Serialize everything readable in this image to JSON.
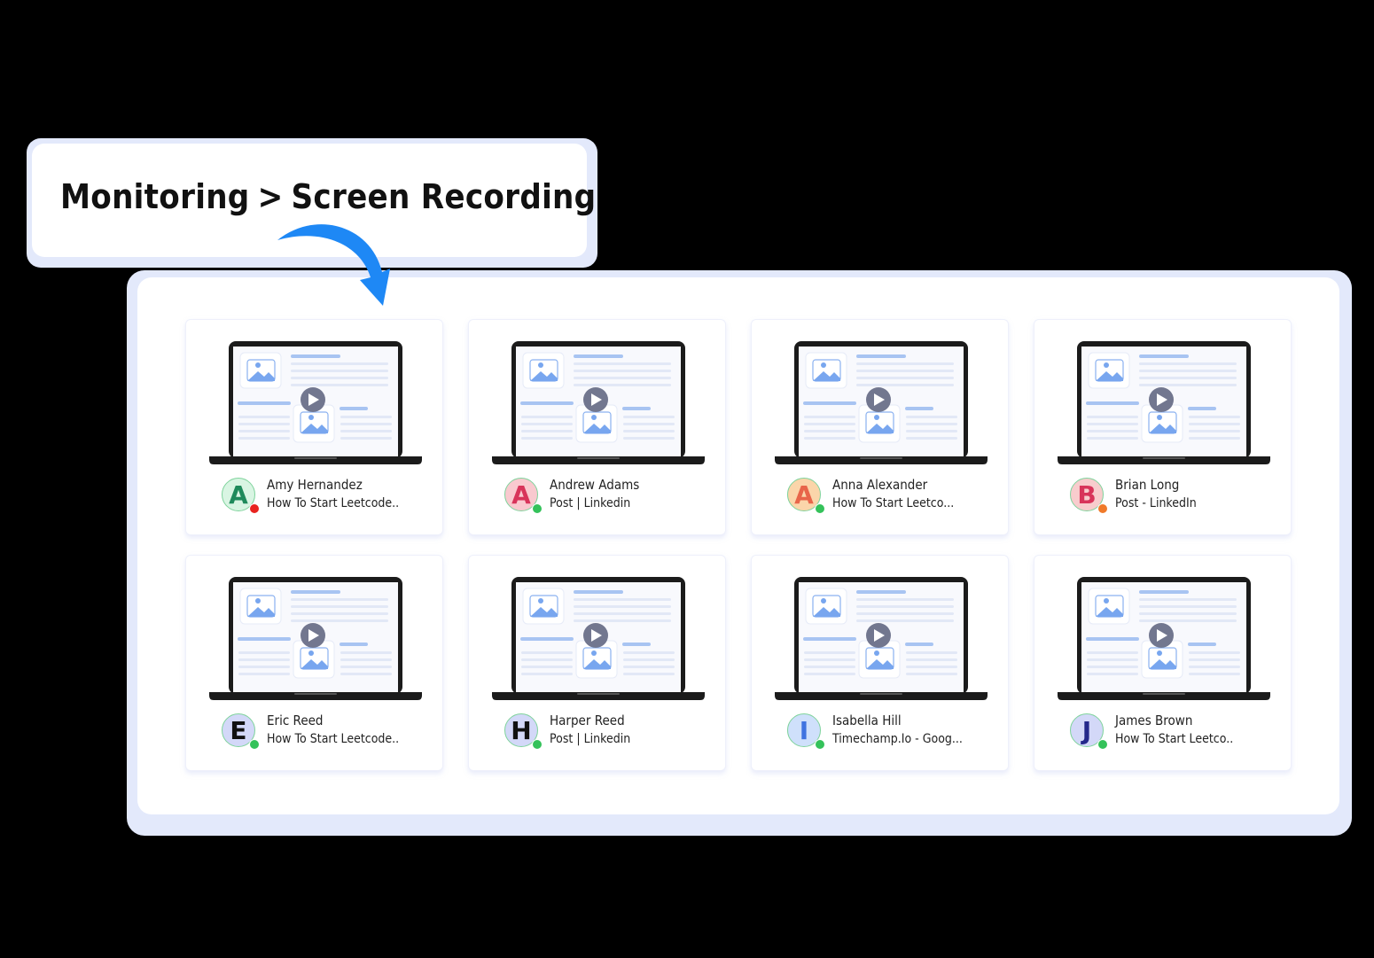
{
  "breadcrumb": {
    "parent": "Monitoring",
    "separator": ">",
    "current": "Screen Recording"
  },
  "colors": {
    "arrow": "#1e88f5",
    "panel_border": "#e3e9fb",
    "status_online": "#34c25a",
    "status_offline": "#e8231f",
    "status_idle": "#f07a2a"
  },
  "recordings": [
    {
      "initial": "A",
      "name": "Amy Hernandez",
      "activity": "How To Start Leetcode..",
      "avatar_bg": "#d9f5e3",
      "avatar_fg": "#1f8a5b",
      "status": "offline",
      "status_color": "#e8231f",
      "icon": "play-icon"
    },
    {
      "initial": "A",
      "name": "Andrew Adams",
      "activity": "Post | Linkedin",
      "avatar_bg": "#f9c9cf",
      "avatar_fg": "#d8345a",
      "status": "online",
      "status_color": "#34c25a",
      "icon": "play-icon"
    },
    {
      "initial": "A",
      "name": "Anna Alexander",
      "activity": "How To Start Leetco...",
      "avatar_bg": "#fbd5aa",
      "avatar_fg": "#e8654a",
      "status": "online",
      "status_color": "#34c25a",
      "icon": "play-icon"
    },
    {
      "initial": "B",
      "name": "Brian Long",
      "activity": "Post - LinkedIn",
      "avatar_bg": "#f8cccd",
      "avatar_fg": "#d8345a",
      "status": "idle",
      "status_color": "#f07a2a",
      "icon": "play-icon"
    },
    {
      "initial": "E",
      "name": "Eric Reed",
      "activity": "How To Start Leetcode..",
      "avatar_bg": "#d3d8f8",
      "avatar_fg": "#111111",
      "status": "online",
      "status_color": "#34c25a",
      "icon": "play-icon"
    },
    {
      "initial": "H",
      "name": "Harper Reed",
      "activity": "Post | Linkedin",
      "avatar_bg": "#d3d8f8",
      "avatar_fg": "#111111",
      "status": "online",
      "status_color": "#34c25a",
      "icon": "play-icon"
    },
    {
      "initial": "I",
      "name": "Isabella Hill",
      "activity": "Timechamp.Io - Goog...",
      "avatar_bg": "#cfe0fb",
      "avatar_fg": "#3f73e0",
      "status": "online",
      "status_color": "#34c25a",
      "icon": "play-icon"
    },
    {
      "initial": "J",
      "name": "James Brown",
      "activity": "How To Start Leetco..",
      "avatar_bg": "#d3d8f8",
      "avatar_fg": "#24288a",
      "status": "online",
      "status_color": "#34c25a",
      "icon": "play-icon"
    }
  ]
}
